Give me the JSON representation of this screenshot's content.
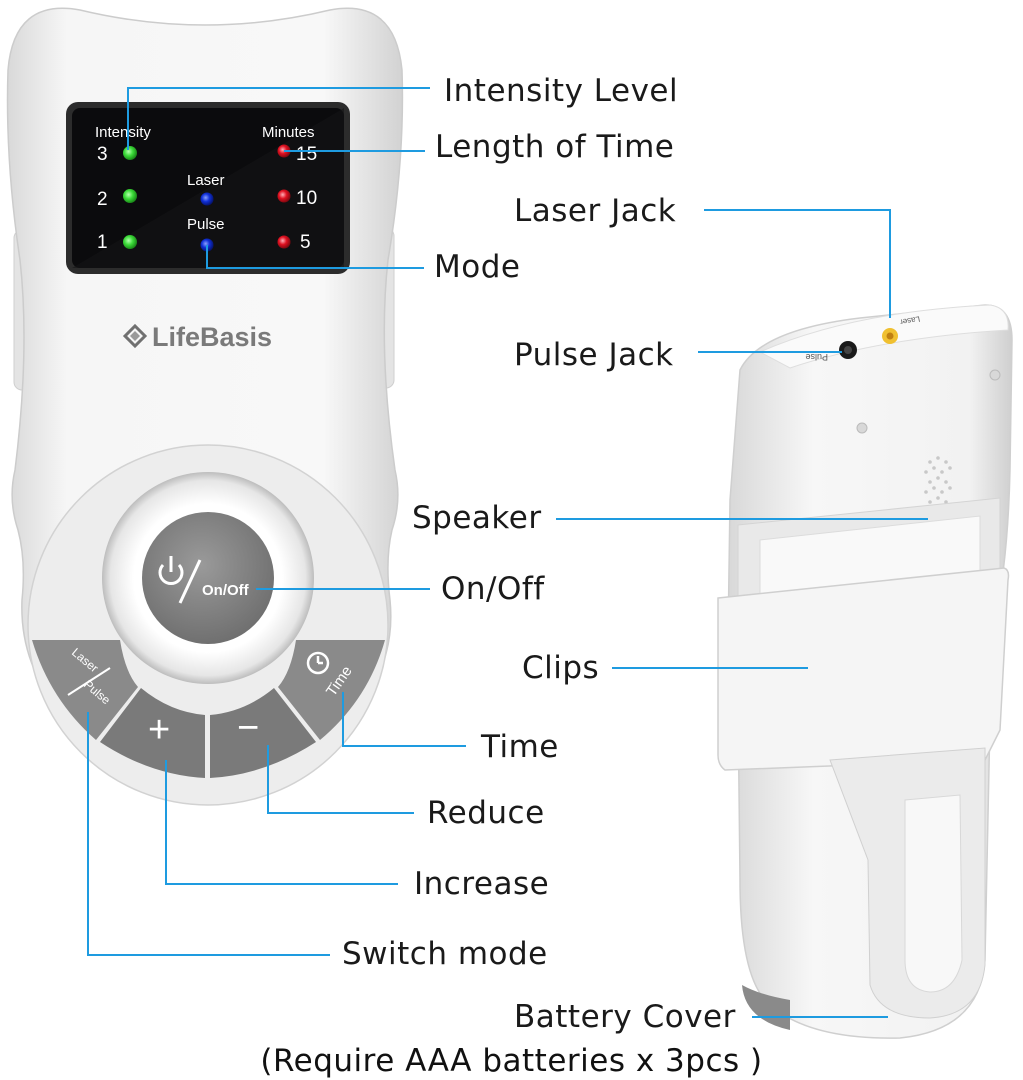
{
  "device": {
    "brand": "LifeBasis",
    "screen": {
      "intensity_title": "Intensity",
      "minutes_title": "Minutes",
      "intensity_levels": [
        "3",
        "2",
        "1"
      ],
      "minute_values": [
        "15",
        "10",
        "5"
      ],
      "mode_laser": "Laser",
      "mode_pulse": "Pulse"
    },
    "buttons": {
      "power": "On/Off",
      "mode_laser": "Laser",
      "mode_pulse": "Pulse",
      "plus": "+",
      "minus": "−",
      "time": "Time"
    },
    "side_jacks": {
      "pulse_jack_text": "Pulse",
      "laser_jack_text": "Laser"
    }
  },
  "callouts": {
    "intensity_level": "Intensity Level",
    "length_of_time": "Length of Time",
    "laser_jack": "Laser Jack",
    "mode": "Mode",
    "pulse_jack": "Pulse Jack",
    "speaker": "Speaker",
    "on_off": "On/Off",
    "clips": "Clips",
    "time": "Time",
    "reduce": "Reduce",
    "increase": "Increase",
    "switch_mode": "Switch mode",
    "battery_cover": "Battery Cover"
  },
  "footer": "(Require AAA batteries x 3pcs )",
  "colors": {
    "callout_line": "#1e9be0",
    "led_green": "#3ddc3a",
    "led_blue": "#1030d8",
    "led_red": "#e01020",
    "screen_bg": "#0b0b0d",
    "button_grey": "#8a8a8a",
    "device_white": "#f3f3f3"
  }
}
